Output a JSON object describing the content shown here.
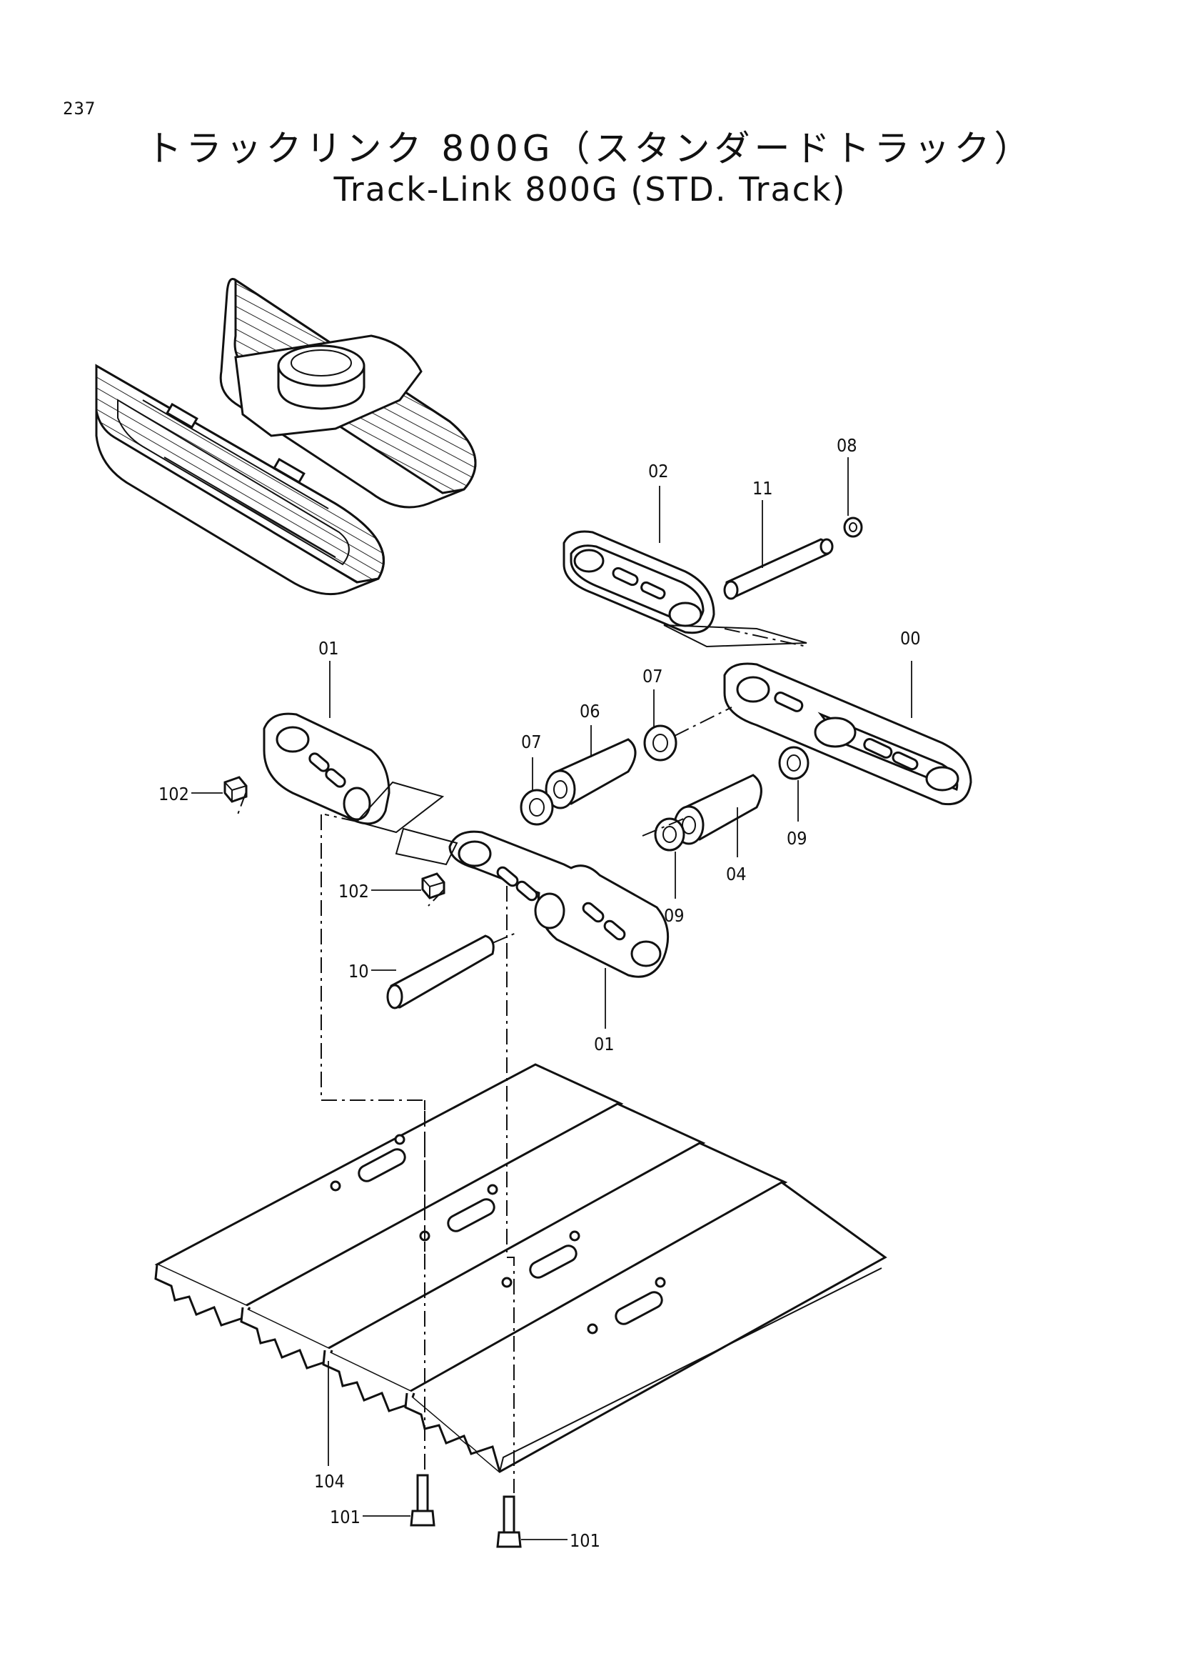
{
  "page": {
    "number": "237"
  },
  "title": {
    "japanese": "トラックリンク 800G（スタンダードトラック）",
    "english": "Track-Link 800G (STD. Track)"
  },
  "callouts": [
    {
      "id": "label-08",
      "text": "08"
    },
    {
      "id": "label-02",
      "text": "02"
    },
    {
      "id": "label-11",
      "text": "11"
    },
    {
      "id": "label-01-top",
      "text": "01"
    },
    {
      "id": "label-00",
      "text": "00"
    },
    {
      "id": "label-07-right",
      "text": "07"
    },
    {
      "id": "label-06",
      "text": "06"
    },
    {
      "id": "label-07-left",
      "text": "07"
    },
    {
      "id": "label-102-top",
      "text": "102"
    },
    {
      "id": "label-09-right",
      "text": "09"
    },
    {
      "id": "label-04",
      "text": "04"
    },
    {
      "id": "label-102-mid",
      "text": "102"
    },
    {
      "id": "label-09-mid",
      "text": "09"
    },
    {
      "id": "label-10",
      "text": "10"
    },
    {
      "id": "label-01-bottom",
      "text": "01"
    },
    {
      "id": "label-104",
      "text": "104"
    },
    {
      "id": "label-101-left",
      "text": "101"
    },
    {
      "id": "label-101-right",
      "text": "101"
    }
  ]
}
